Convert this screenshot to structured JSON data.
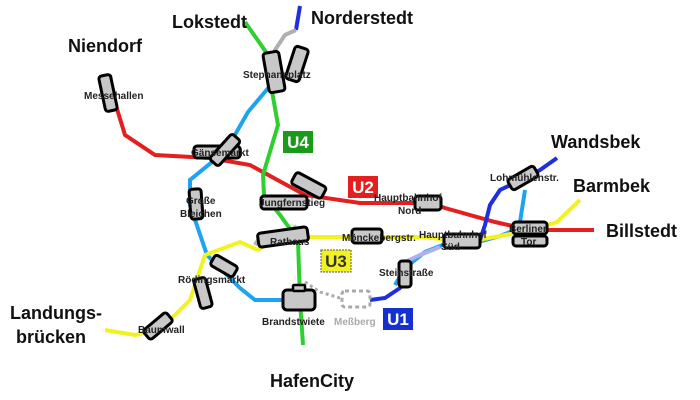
{
  "colors": {
    "u1": "#1e2ee0",
    "u1_planned": "#b0b0ee",
    "u2": "#e41f1f",
    "u3": "#f2f222",
    "u4": "#2fcf2f",
    "u4_planned": "#aee8ae",
    "u3_shared": "#1ea3f0",
    "planned_station": "#a8a8a8",
    "station_fill": "#c8c8c8"
  },
  "lines": [
    {
      "id": "U1",
      "label": "U1",
      "badge_bg": "#1530d0",
      "badge_fg": "#ffffff"
    },
    {
      "id": "U2",
      "label": "U2",
      "badge_bg": "#e41f1f",
      "badge_fg": "#ffffff"
    },
    {
      "id": "U3",
      "label": "U3",
      "badge_bg": "#f2f222",
      "badge_fg": "#333333"
    },
    {
      "id": "U4",
      "label": "U4",
      "badge_bg": "#1a9a1a",
      "badge_fg": "#ffffff"
    }
  ],
  "terminals": {
    "niendorf": "Niendorf",
    "lokstedt": "Lokstedt",
    "norderstedt": "Norderstedt",
    "wandsbek": "Wandsbek",
    "barmbek": "Barmbek",
    "billstedt": "Billstedt",
    "landungsbruecken_1": "Landungs-",
    "landungsbruecken_2": "brücken",
    "hafencity": "HafenCity"
  },
  "stations": {
    "messehallen": "Messehallen",
    "stephansplatz": "Stephansplatz",
    "gaensemarkt": "Gänsemarkt",
    "grosse_bleichen_1": "Große",
    "grosse_bleichen_2": "Bleichen",
    "jungfernstieg": "Jungfernstieg",
    "rathaus": "Rathaus",
    "hauptbahnhof_nord_1": "Hauptbahnhof",
    "hauptbahnhof_nord_2": "Nord",
    "hauptbahnhof_sued_1": "Hauptbahnhof",
    "hauptbahnhof_sued_2": "Süd",
    "moenckebergstr": "Mönckebergstr.",
    "lohmuehlenstr": "Lohmühlenstr.",
    "berliner_tor_1": "Berliner",
    "berliner_tor_2": "Tor",
    "steinstrasse": "Steinstraße",
    "roedingsmarkt": "Rödingsmarkt",
    "baumwall": "Baumwall",
    "brandstwiete": "Brandstwiete",
    "messberg": "Meßberg"
  }
}
